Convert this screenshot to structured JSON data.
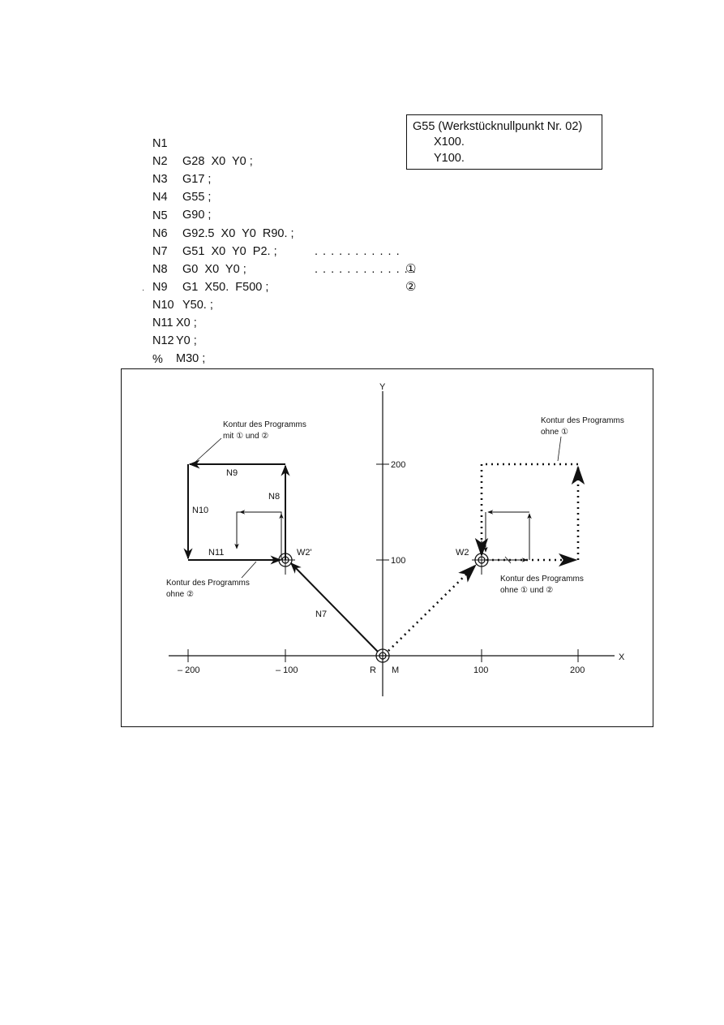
{
  "program": {
    "lines": [
      {
        "n": "N1",
        "cmd": "G28  X0  Y0 ;",
        "dots": "",
        "mark": ""
      },
      {
        "n": "N2",
        "cmd": "G17 ;",
        "dots": "",
        "mark": ""
      },
      {
        "n": "N3",
        "cmd": "G55 ;",
        "dots": "",
        "mark": ""
      },
      {
        "n": "N4",
        "cmd": "G90 ;",
        "dots": "",
        "mark": ""
      },
      {
        "n": "N5",
        "cmd": "G92.5  X0  Y0  R90. ;",
        "dots": ". . . . . . . . . . .",
        "mark": "①"
      },
      {
        "n": "N6",
        "cmd": "G51  X0  Y0  P2. ;",
        "dots": ". . . . . . . . . . . . .",
        "mark": "②"
      },
      {
        "n": "N7",
        "cmd": "G0  X0  Y0 ;",
        "dots": "",
        "mark": ""
      },
      {
        "n": "N8",
        "cmd": "G1  X50.  F500 ;",
        "dots": "",
        "mark": ""
      },
      {
        "n": "N9",
        "cmd": "Y50. ;",
        "dots": "",
        "mark": ""
      },
      {
        "n": "N10",
        "cmd": "X0 ;",
        "dots": "",
        "mark": ""
      },
      {
        "n": "N11",
        "cmd": "Y0 ;",
        "dots": "",
        "mark": ""
      },
      {
        "n": "N12",
        "cmd": "M30 ;",
        "dots": "",
        "mark": ""
      },
      {
        "n": "%",
        "cmd": "",
        "dots": "",
        "mark": ""
      }
    ],
    "stray_mark": "·"
  },
  "workpiece_box": {
    "title": "G55 (Werkstücknullpunkt Nr. 02)",
    "x": "X100.",
    "y": "Y100."
  },
  "diagram": {
    "axis_x": "X",
    "axis_y": "Y",
    "x_ticks": [
      "– 200",
      "– 100",
      "100",
      "200"
    ],
    "y_ticks": [
      "200",
      "100"
    ],
    "origin_r": "R",
    "origin_m": "M",
    "w2": "W2",
    "w2_prime": "W2'",
    "n7": "N7",
    "n8": "N8",
    "n9": "N9",
    "n10": "N10",
    "n11": "N11",
    "label_with_both": [
      "Kontur des Programms",
      "mit ① und ②"
    ],
    "label_without_2": [
      "Kontur des Programms",
      "ohne ②"
    ],
    "label_without_1": [
      "Kontur des Programms",
      "ohne ①"
    ],
    "label_without_1_2": [
      "Kontur des Programms",
      "ohne ① und ②"
    ]
  }
}
